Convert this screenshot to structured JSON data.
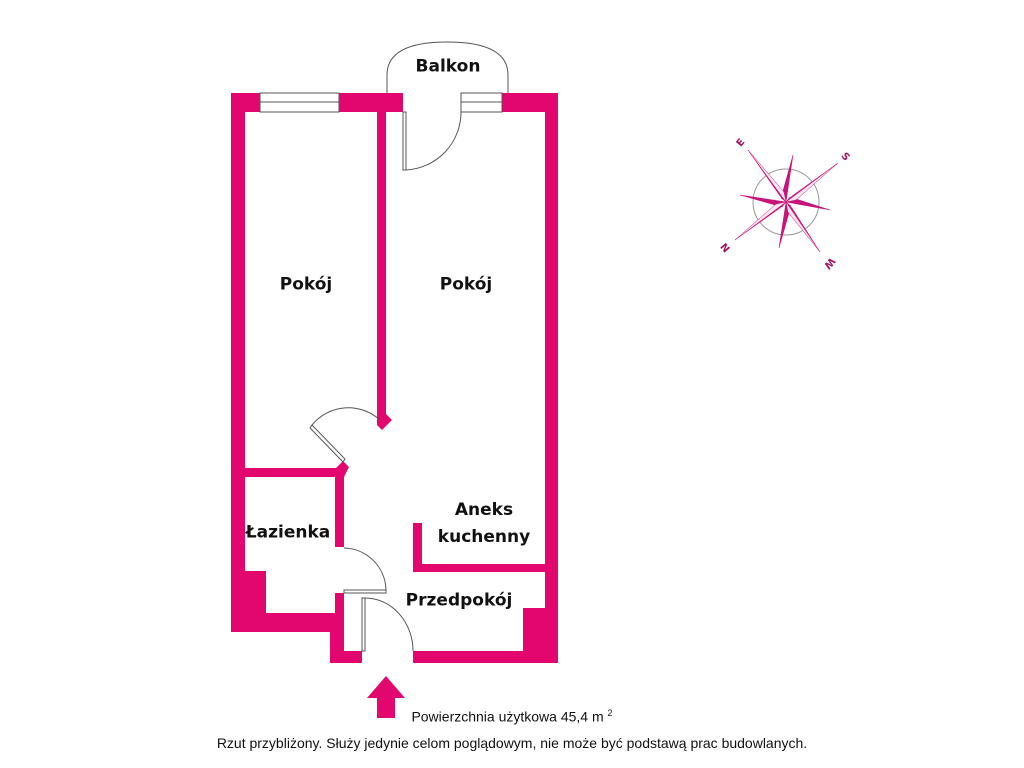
{
  "rooms": {
    "balcony": "Balkon",
    "room_left": "Pokój",
    "room_right": "Pokój",
    "bathroom": "Łazienka",
    "kitchen_line1": "Aneks",
    "kitchen_line2": "kuchenny",
    "hallway": "Przedpokój"
  },
  "compass": {
    "n": "N",
    "e": "E",
    "s": "S",
    "w": "W"
  },
  "footer": {
    "area": "Powierzchnia użytkowa 45,4 m",
    "area_sup": "2",
    "disclaimer": "Rzut przybliżony. Służy jedynie celom poglądowym, nie może być podstawą prac budowlanych."
  },
  "colors": {
    "wall": "#e2076f",
    "compass": "#c8137a"
  }
}
